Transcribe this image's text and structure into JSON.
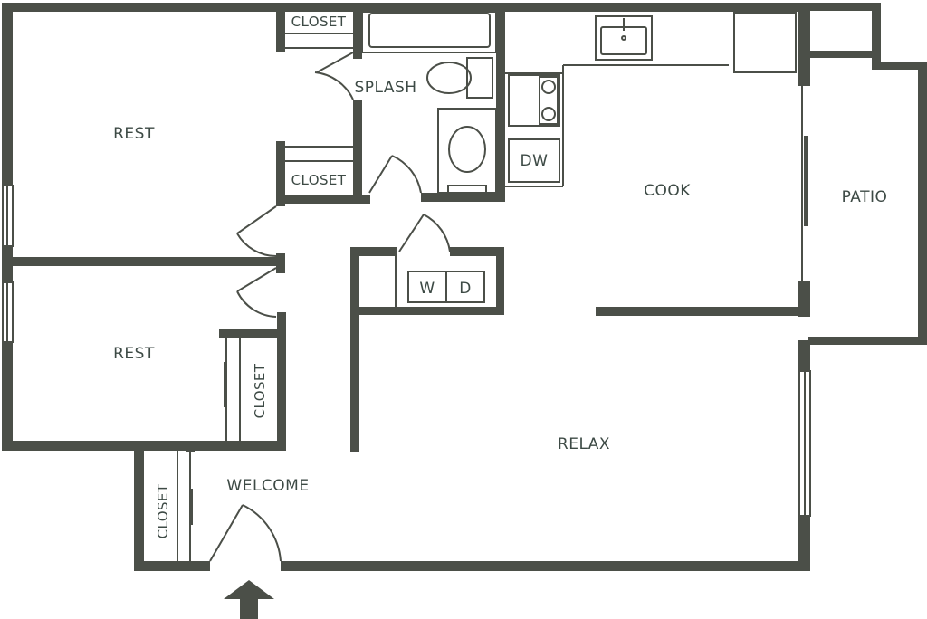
{
  "colors": {
    "wall": "#4b4f48",
    "text": "#3d4a45",
    "background": "#ffffff"
  },
  "rooms": {
    "rest_top": "REST",
    "rest_bottom": "REST",
    "splash": "SPLASH",
    "cook": "COOK",
    "patio": "PATIO",
    "relax": "RELAX",
    "welcome": "WELCOME"
  },
  "closets": {
    "top": "CLOSET",
    "middle": "CLOSET",
    "rest_bottom": "CLOSET",
    "entry": "CLOSET"
  },
  "appliances": {
    "dishwasher": "DW",
    "washer": "W",
    "dryer": "D"
  },
  "icons": {
    "entry": "up-arrow-icon"
  }
}
